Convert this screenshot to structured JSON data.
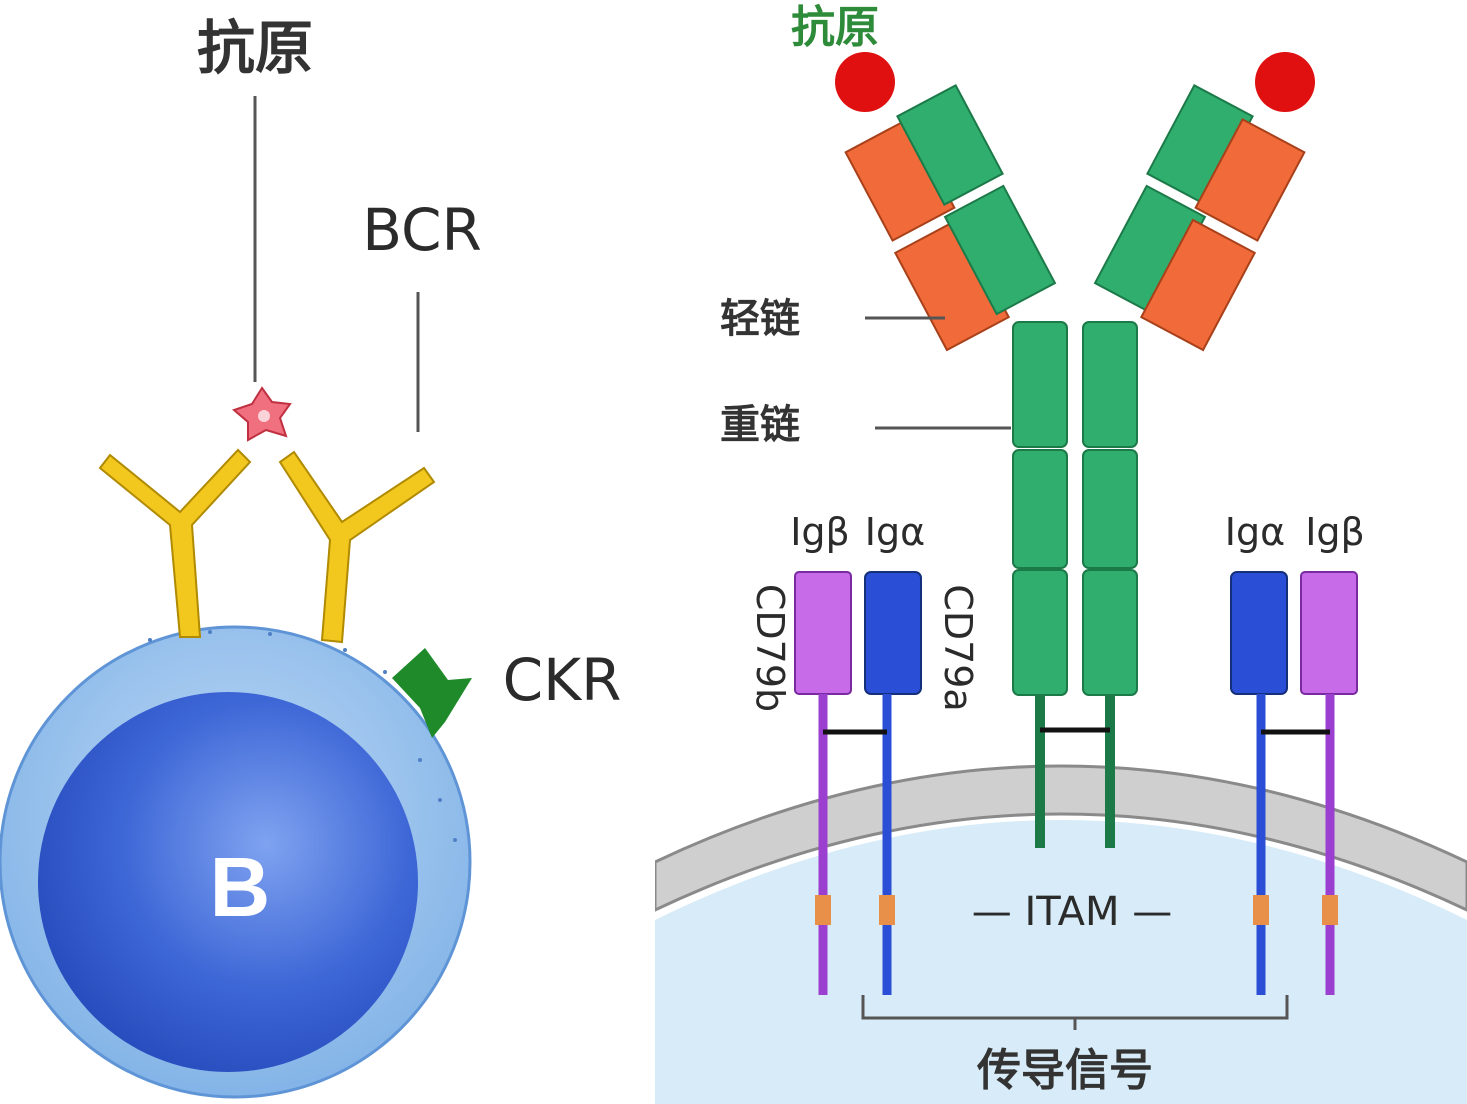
{
  "left": {
    "antigen_label": "抗原",
    "bcr_label": "BCR",
    "ckr_label": "CKR",
    "cell_label": "B"
  },
  "right": {
    "antigen_label": "抗原",
    "light_chain_label": "轻链",
    "heavy_chain_label": "重链",
    "ig_beta_left": "Igβ",
    "ig_alpha_left": "Igα",
    "ig_alpha_right": "Igα",
    "ig_beta_right": "Igβ",
    "cd79b_label": "CD79b",
    "cd79a_label": "CD79a",
    "itam_label": "— ITAM —",
    "signal_label": "传导信号"
  },
  "colors": {
    "antigen_green": "#2e8b3a",
    "antigen_red": "#e01010",
    "bcr_yellow": "#f2c81e",
    "ckr_green": "#1e8a2a",
    "cell_outer": "#8dbbe8",
    "cell_nucleus": "#2f5fcf",
    "heavy_chain": "#2fae6e",
    "light_chain": "#f06a3a",
    "ig_alpha_blue": "#2a4fd6",
    "ig_beta_purple": "#b656e0",
    "membrane_gray": "#cfcfcf",
    "cytoplasm": "#d7ecf8"
  }
}
